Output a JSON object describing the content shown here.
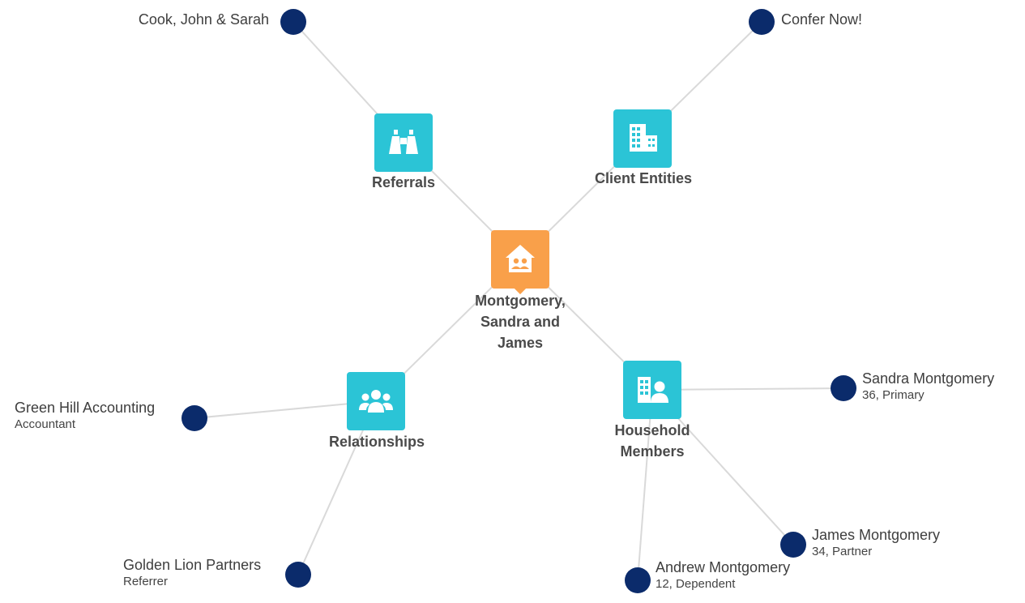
{
  "center": {
    "label": "Montgomery, Sandra and James",
    "lines": [
      "Montgomery,",
      "Sandra and",
      "James"
    ],
    "icon": "household-icon",
    "color": "#f9a04a"
  },
  "groups": {
    "referrals": {
      "label": "Referrals",
      "icon": "binoculars-icon",
      "members": [
        {
          "name": "Cook, John & Sarah",
          "detail": ""
        }
      ]
    },
    "client_entities": {
      "label": "Client Entities",
      "icon": "building-icon",
      "members": [
        {
          "name": "Confer Now!",
          "detail": ""
        }
      ]
    },
    "relationships": {
      "label": "Relationships",
      "icon": "people-icon",
      "members": [
        {
          "name": "Green Hill Accounting",
          "detail": "Accountant"
        },
        {
          "name": "Golden Lion Partners",
          "detail": "Referrer"
        }
      ]
    },
    "household_members": {
      "label": "Household Members",
      "lines": [
        "Household",
        "Members"
      ],
      "icon": "person-building-icon",
      "members": [
        {
          "name": "Sandra Montgomery",
          "detail": "36, Primary"
        },
        {
          "name": "James Montgomery",
          "detail": "34, Partner"
        },
        {
          "name": "Andrew Montgomery",
          "detail": "12, Dependent"
        }
      ]
    }
  },
  "colors": {
    "tile": "#2bc4d6",
    "center_tile": "#f9a04a",
    "leaf_dot": "#0b2b6b",
    "link": "#d9d9d9"
  }
}
